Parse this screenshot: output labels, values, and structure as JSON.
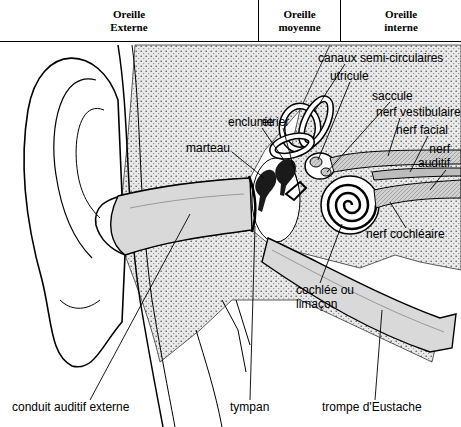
{
  "diagram": {
    "nodes": [
      {
        "text": [
          "Oreille Externe"
        ]
      },
      {
        "text": [
          "Oreille moyenne"
        ]
      },
      {
        "text": [
          "Oreille interne"
        ]
      }
    ],
    "labels": [
      "enclume",
      "marteau",
      "étrier",
      "canaux semi-circulaires",
      "utricule",
      "saccule",
      "nerf vestibulaire",
      "nerf facial",
      "nerf auditif",
      "nerf cochléaire",
      "cochlée ou limaçon",
      "conduit auditif externe",
      "tympan",
      "trompe d'Eustache"
    ]
  }
}
